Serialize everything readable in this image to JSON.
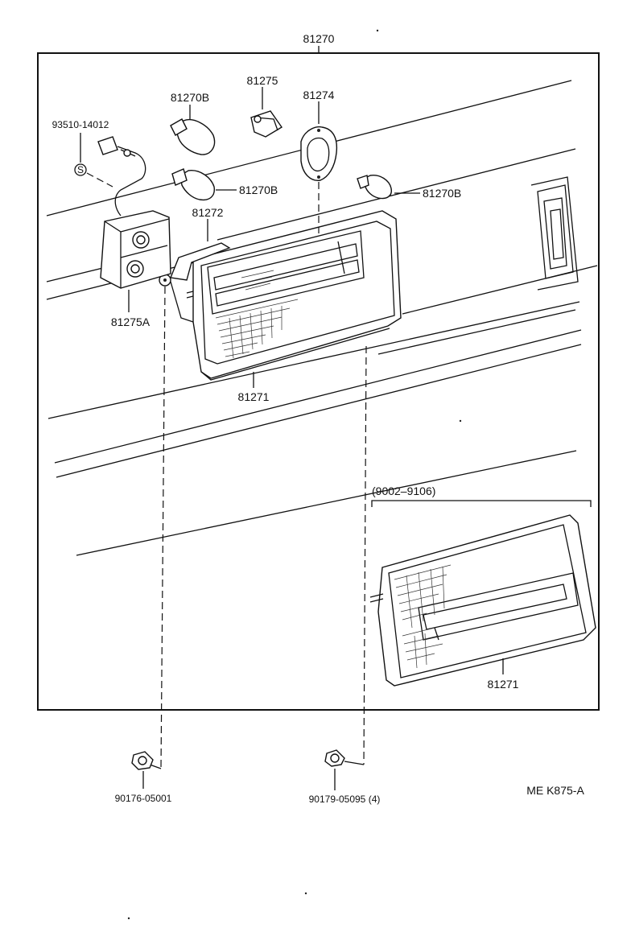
{
  "diagram": {
    "assembly_label": "81270",
    "labels": {
      "bulb_top": "81270B",
      "bulb_middle": "81270B",
      "bulb_right": "81270B",
      "socket": "81275",
      "gasket": "81274",
      "connector": "93510-14012",
      "bracket": "81272",
      "socket_assembly": "81275A",
      "lens_main": "81271",
      "period": "(9002–9106)",
      "lens_alt": "81271",
      "nut_left": "90176-05001",
      "nut_right": "90179-05095 (4)",
      "figure_code": "ME  K875-A"
    },
    "connector_symbol": "S"
  }
}
